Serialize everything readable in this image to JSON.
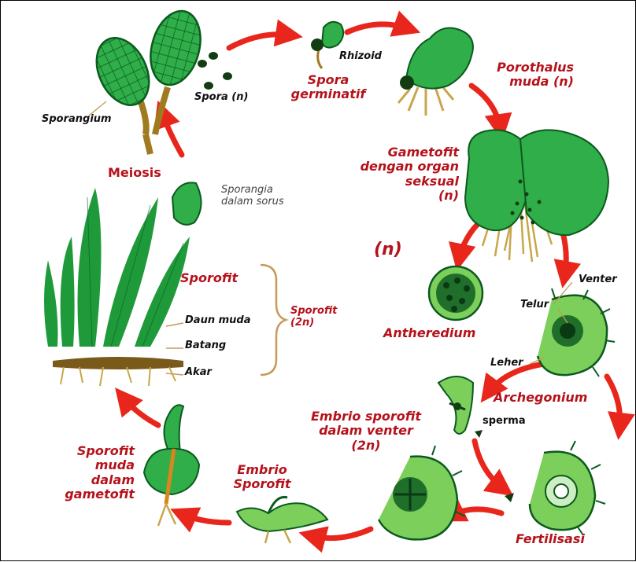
{
  "colors": {
    "label_red": "#b5121b",
    "label_black": "#111111",
    "arrow_red": "#e8261c",
    "leaf_green": "#1f9a3a",
    "light_green": "#4cc25a",
    "brace_tan": "#c79a55",
    "root_tan": "#c8a64a"
  },
  "labels": {
    "spora": "Spora (n)",
    "rhizoid": "Rhizoid",
    "spora_germinatif": [
      "Spora",
      "germinatif"
    ],
    "porothalus_muda": [
      "Porothalus",
      "muda (n)"
    ],
    "sporangium": "Sporangium",
    "meiosis": "Meiosis",
    "sporangia_dalam_sorus": [
      "Sporangia",
      "dalam sorus"
    ],
    "gametofit_organ": [
      "Gametofit",
      "dengan organ",
      "seksual",
      "(n)"
    ],
    "n_marker": "(n)",
    "sporofit": "Sporofit",
    "daun_muda": "Daun muda",
    "batang": "Batang",
    "akar": "Akar",
    "sporofit_2n": [
      "Sporofit",
      "(2n)"
    ],
    "venter": "Venter",
    "telur": "Telur",
    "antheredium": "Antheredium",
    "leher": "Leher",
    "archegonium": "Archegonium",
    "sperma": "sperma",
    "embrio_sporofit_venter": [
      "Embrio sporofit",
      "dalam venter",
      "(2n)"
    ],
    "sporofit_muda_gametofit": [
      "Sporofit",
      "muda",
      "dalam",
      "gametofit"
    ],
    "embrio_sporofit": [
      "Embrio",
      "Sporofit"
    ],
    "fertilisasi": "Fertilisasi"
  }
}
